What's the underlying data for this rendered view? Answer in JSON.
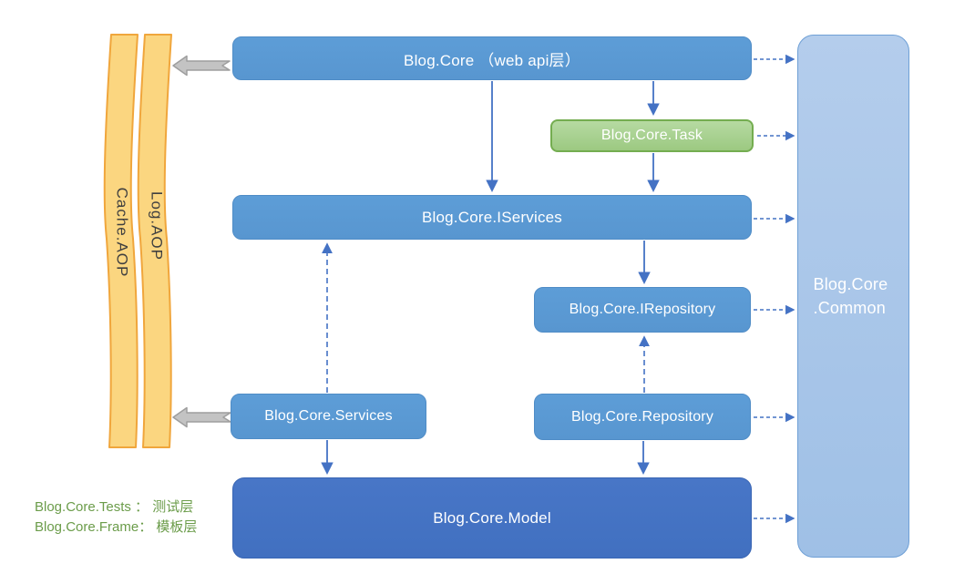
{
  "diagram": {
    "nodes": {
      "webapi": "Blog.Core （web api层）",
      "task": "Blog.Core.Task",
      "iservices": "Blog.Core.IServices",
      "irepository": "Blog.Core.IRepository",
      "services": "Blog.Core.Services",
      "repository": "Blog.Core.Repository",
      "model": "Blog.Core.Model",
      "common_line1": "Blog.Core",
      "common_line2": ".Common"
    },
    "aop": {
      "cache": "Cache.AOP",
      "log": "Log.AOP"
    },
    "legend": {
      "line1": "Blog.Core.Tests ： 测试层",
      "line2": "Blog.Core.Frame： 模板层"
    },
    "colors": {
      "node_blue": "#5B9BD5",
      "model_blue": "#4472C4",
      "common_fill": "#A9C7E9",
      "common_border": "#6FA0D6",
      "task_green": "#A9D18E",
      "task_border": "#74AD50",
      "bar_fill": "#FBD680",
      "bar_border": "#F0A63C",
      "connector_blue": "#4472C4",
      "block_arrow_gray": "#C3C3C3",
      "legend_green": "#6B9C4A",
      "bar_text": "#3F3F3F"
    }
  }
}
